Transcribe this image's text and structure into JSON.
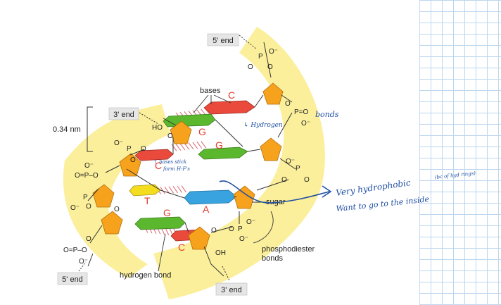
{
  "labels": {
    "five_end_top": "5' end",
    "three_end_left": "3' end",
    "five_end_bottom": "5' end",
    "three_end_bottom": "3' end",
    "distance": "0.34 nm",
    "bases": "bases",
    "sugar": "sugar",
    "phosphodiester_line1": "phosphodiester",
    "phosphodiester_line2": "bonds",
    "hydrogen_bond": "hydrogen bond"
  },
  "base_letters": [
    "C",
    "G",
    "G",
    "C",
    "T",
    "A",
    "G",
    "C"
  ],
  "chem": {
    "p": "P",
    "o": "O",
    "o_minus": "O⁻",
    "ho": "HO",
    "oh": "OH",
    "o_dbl_p_o": "O=P–O",
    "p_dbl_o": "P=O"
  },
  "handwriting": {
    "bonds_note": "bonds",
    "hydrogen_note": "↳ Hydrogen",
    "base_stick_note_1": "↑ bases stick",
    "base_stick_note_2": "form H-F's",
    "hydrophobic_line1": "Very hydrophobic",
    "hydrophobic_paren": "(bc of hyd rings)",
    "hydrophobic_line2": "Want to go to the inside"
  },
  "colors": {
    "backbone": "#fbef9b",
    "sugar": "#f6a21d",
    "guanine": "#5bb82e",
    "cytosine": "#ea4a3b",
    "thymine": "#f4dc1e",
    "adenine": "#39a3df",
    "hbond": "#d9737a",
    "ink": "#1f4fa3",
    "label_red": "#e23b2e"
  }
}
